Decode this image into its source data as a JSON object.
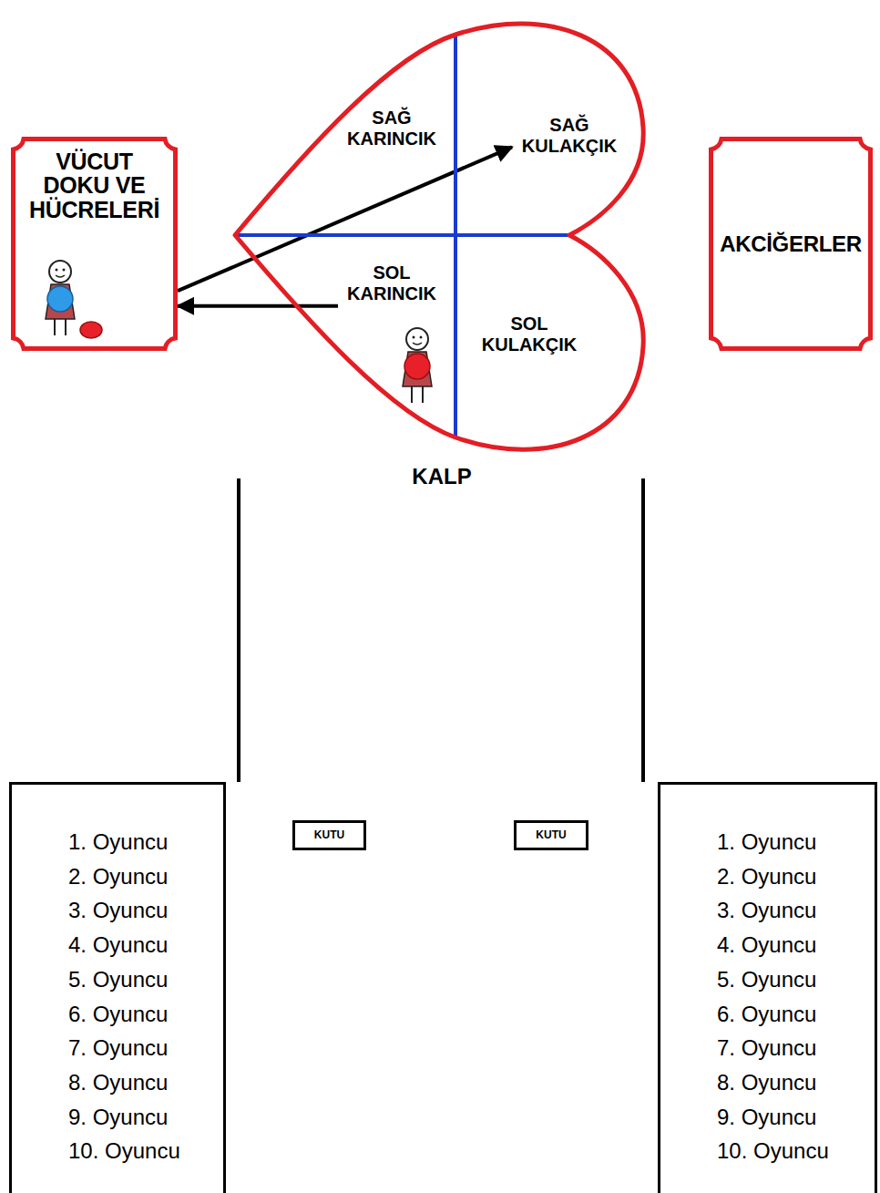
{
  "diagram": {
    "nodes": [
      {
        "text": [
          "VÜCUT DOKU VE HÜCRELERİ"
        ]
      },
      {
        "text": [
          "KALP"
        ]
      },
      {
        "text": [
          "SAĞ KARINCIK"
        ],
        "in": 1
      },
      {
        "text": [
          "SAĞ KULAKÇIK"
        ],
        "in": 1
      },
      {
        "text": [
          "SOL KARINCIK"
        ],
        "in": 1
      },
      {
        "text": [
          "SOL KULAKÇIK"
        ],
        "in": 1
      },
      {
        "text": [
          "AKCİĞERLER"
        ]
      },
      {
        "text": [
          "KUTU"
        ]
      },
      {
        "text": [
          "KUTU"
        ]
      },
      {
        "text": [
          "1. Oyuncu",
          "2. Oyuncu",
          "3. Oyuncu",
          "4. Oyuncu",
          "5. Oyuncu",
          "6. Oyuncu",
          "7. Oyuncu",
          "8. Oyuncu",
          "9. Oyuncu",
          "10. Oyuncu"
        ]
      },
      {
        "text": [
          "1. Oyuncu",
          "2. Oyuncu",
          "3. Oyuncu",
          "4. Oyuncu",
          "5. Oyuncu",
          "6. Oyuncu",
          "7. Oyuncu",
          "8. Oyuncu",
          "9. Oyuncu",
          "10. Oyuncu"
        ]
      }
    ],
    "edges": [
      {
        "from": 0,
        "to": 3,
        "arrow": "to"
      },
      {
        "from": 4,
        "to": 0,
        "arrow": "to"
      }
    ]
  }
}
